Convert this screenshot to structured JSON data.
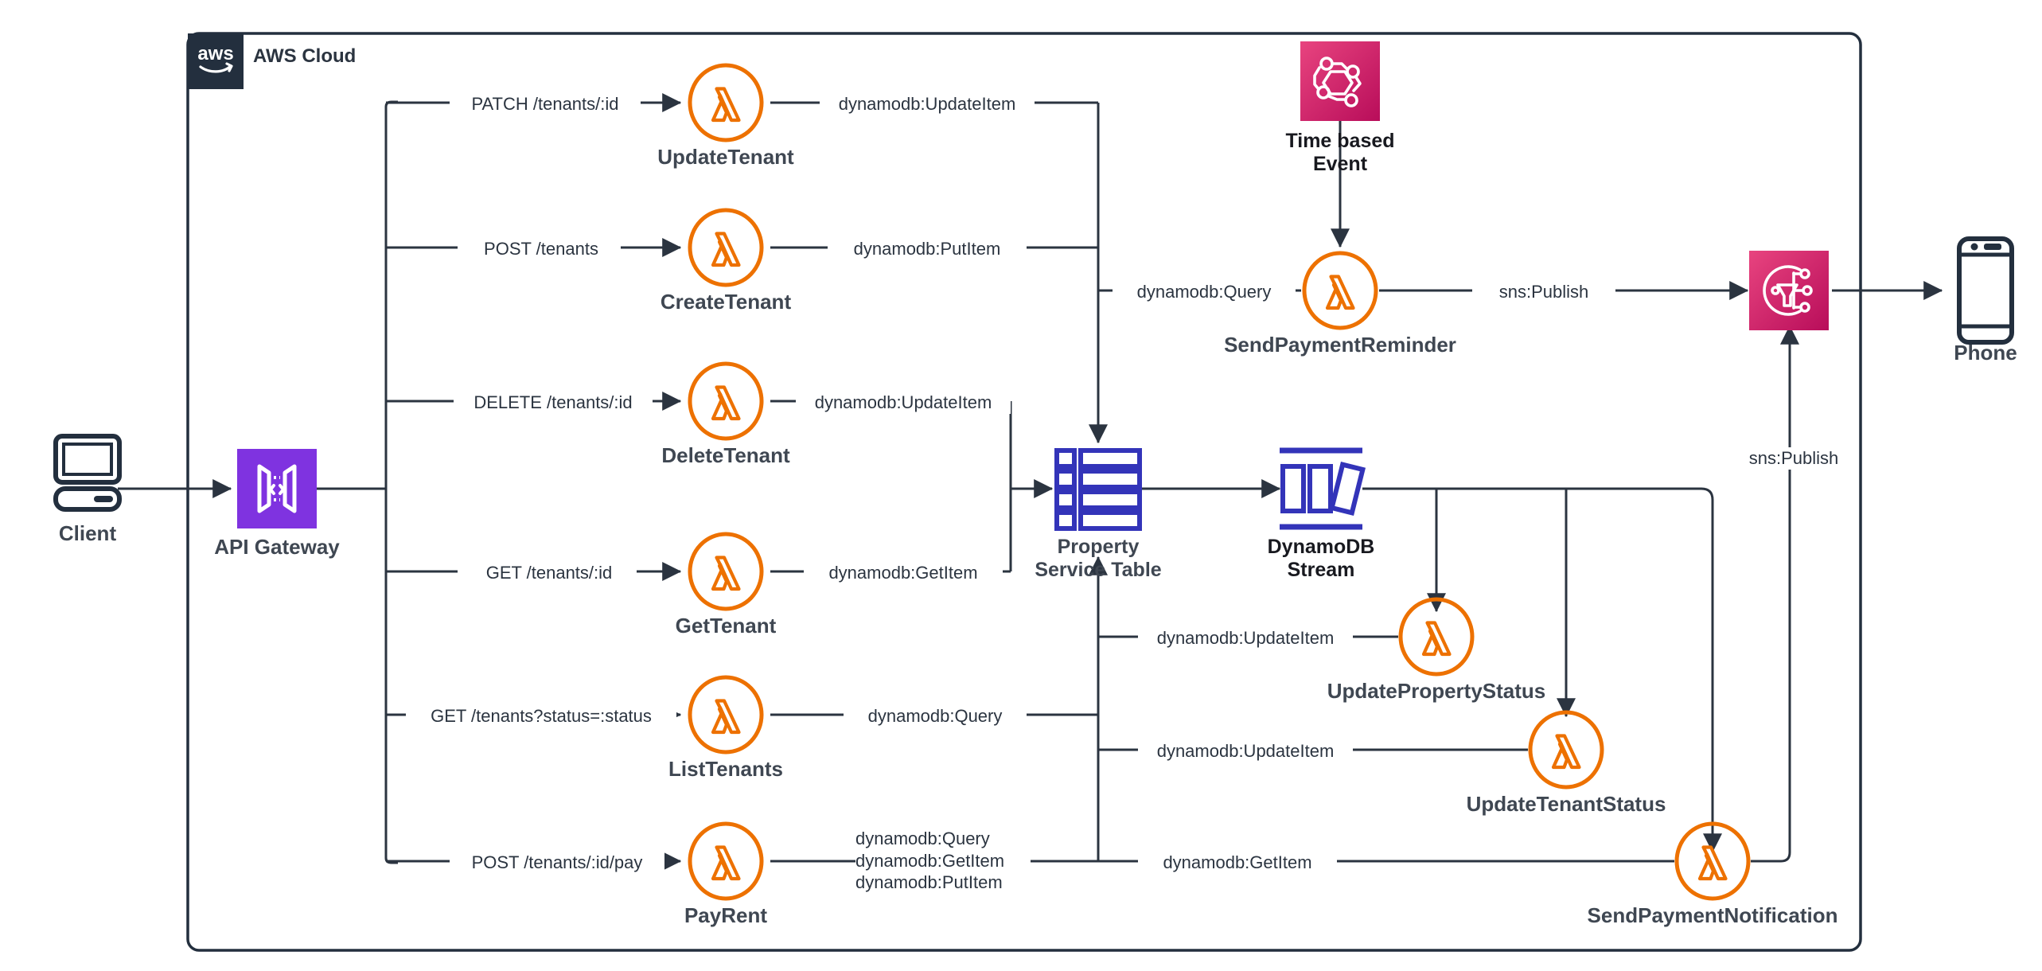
{
  "cloud": {
    "title": "AWS Cloud",
    "logo_icon": "aws-logo-icon",
    "border_color": "#232f3e"
  },
  "colors": {
    "lambda_orange": "#ed7100",
    "apigw_purple": "#7f33e0",
    "dynamodb_blue": "#3334b9",
    "sns_pink": "#c9246c",
    "eventbridge_pink": "#c9246c",
    "dark_navy": "#232f3e",
    "text_gray": "#3f4752",
    "line": "#2b3440"
  },
  "nodes": {
    "client": {
      "label": "Client",
      "icon": "desktop-computer-icon"
    },
    "api_gateway": {
      "label": "API Gateway",
      "icon": "api-gateway-icon"
    },
    "update_tenant": {
      "label": "UpdateTenant",
      "icon": "lambda-icon"
    },
    "create_tenant": {
      "label": "CreateTenant",
      "icon": "lambda-icon"
    },
    "delete_tenant": {
      "label": "DeleteTenant",
      "icon": "lambda-icon"
    },
    "get_tenant": {
      "label": "GetTenant",
      "icon": "lambda-icon"
    },
    "list_tenants": {
      "label": "ListTenants",
      "icon": "lambda-icon"
    },
    "pay_rent": {
      "label": "PayRent",
      "icon": "lambda-icon"
    },
    "property_service_table": {
      "label": "Property\nService Table",
      "icon": "dynamodb-table-icon"
    },
    "dynamodb_stream": {
      "label": "DynamoDB\nStream",
      "icon": "dynamodb-stream-icon"
    },
    "time_based_event": {
      "label": "Time based\nEvent",
      "icon": "eventbridge-icon"
    },
    "send_payment_reminder": {
      "label": "SendPaymentReminder",
      "icon": "lambda-icon"
    },
    "update_property_status": {
      "label": "UpdatePropertyStatus",
      "icon": "lambda-icon"
    },
    "update_tenant_status": {
      "label": "UpdateTenantStatus",
      "icon": "lambda-icon"
    },
    "send_payment_notification": {
      "label": "SendPaymentNotification",
      "icon": "lambda-icon"
    },
    "sns_topic": {
      "label": "",
      "icon": "sns-icon"
    },
    "phone": {
      "label": "Phone",
      "icon": "mobile-phone-icon"
    }
  },
  "edges": {
    "patch_tenants_id": "PATCH /tenants/:id",
    "post_tenants": "POST /tenants",
    "delete_tenants_id": "DELETE /tenants/:id",
    "get_tenants_id": "GET /tenants/:id",
    "get_tenants_status": "GET /tenants?status=:status",
    "post_tenants_id_pay": "POST /tenants/:id/pay",
    "update_item_1": "dynamodb:UpdateItem",
    "put_item_1": "dynamodb:PutItem",
    "update_item_2": "dynamodb:UpdateItem",
    "get_item_1": "dynamodb:GetItem",
    "query_1": "dynamodb:Query",
    "payrent_ops": "dynamodb:Query\ndynamodb:GetItem\ndynamodb:PutItem",
    "query_reminder": "dynamodb:Query",
    "sns_publish_reminder": "sns:Publish",
    "update_item_property": "dynamodb:UpdateItem",
    "update_item_tenant": "dynamodb:UpdateItem",
    "get_item_notification": "dynamodb:GetItem",
    "sns_publish_notification": "sns:Publish"
  }
}
